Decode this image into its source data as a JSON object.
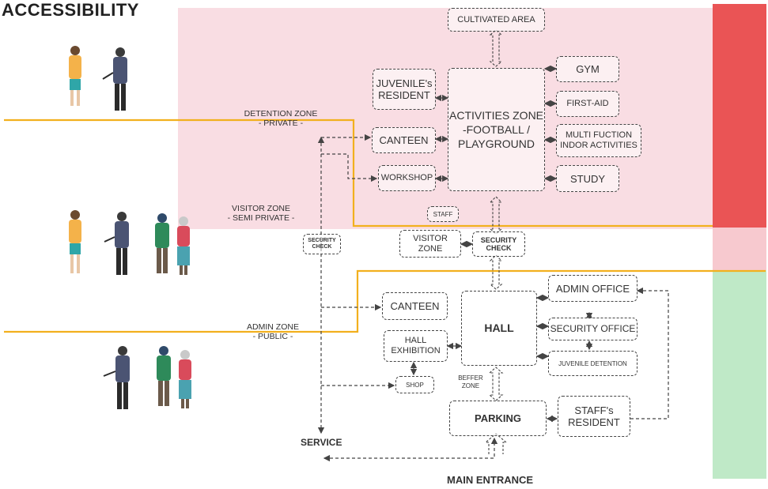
{
  "title": "ACCESSIBILITY",
  "colors": {
    "private_band": "#f9dde3",
    "zone_line": "#f2b01e",
    "private_swatch": "#ea5455",
    "semi_private_swatch": "#f7c9cf",
    "public_swatch": "#bfe9c7",
    "box_border": "#444444"
  },
  "zones": {
    "detention": {
      "name": "DETENTION ZONE",
      "type": "- PRIVATE -"
    },
    "visitor": {
      "name": "VISITOR ZONE",
      "type": "- SEMI PRIVATE -"
    },
    "admin": {
      "name": "ADMIN ZONE",
      "type": "- PUBLIC -"
    }
  },
  "nodes": {
    "cultivated_area": "CULTIVATED AREA",
    "juvenile_resident": "JUVENILE's RESIDENT",
    "activities_zone": "ACTIVITIES ZONE -FOOTBALL / PLAYGROUND",
    "gym": "GYM",
    "first_aid": "FIRST-AID",
    "multi_function": "MULTI FUCTION INDOR ACTIVITIES",
    "canteen_detention": "CANTEEN",
    "workshop": "WORKSHOP",
    "study": "STUDY",
    "staff": "STAFF",
    "security_check_left": "SECURITY CHECK",
    "visitor_zone": "VISITOR ZONE",
    "security_check_center": "SECURITY CHECK",
    "canteen_admin": "CANTEEN",
    "hall_exhibition": "HALL EXHIBITION",
    "hall": "HALL",
    "admin_office": "ADMIN OFFICE",
    "security_office": "SECURITY OFFICE",
    "juvenile_detention": "JUVENILE DETENTION",
    "shop": "SHOP",
    "buffer_zone": "BEFFER ZONE",
    "parking": "PARKING",
    "staff_resident": "STAFF's RESIDENT",
    "service": "SERVICE",
    "main_entrance": "MAIN ENTRANCE"
  },
  "people": {
    "detention_row": [
      "boy-figure",
      "guard-figure"
    ],
    "visitor_row": [
      "boy-figure",
      "guard-figure",
      "man-figure",
      "woman-figure"
    ],
    "admin_row": [
      "guard-figure",
      "man-figure",
      "woman-figure"
    ]
  }
}
